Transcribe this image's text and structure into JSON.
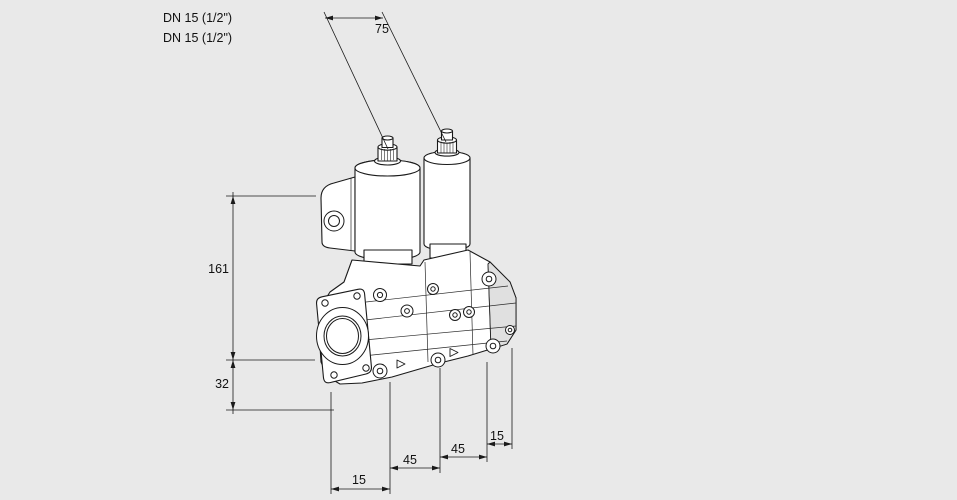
{
  "labels": {
    "dn_line1": "DN 15 (1/2\")",
    "dn_line2": "DN 15 (1/2\")"
  },
  "dimensions": {
    "top_width": "75",
    "height_upper": "161",
    "height_lower": "32",
    "bottom": [
      "15",
      "45",
      "45",
      "15"
    ]
  },
  "colors": {
    "background": "#e9e9e9",
    "line": "#1a1a1a",
    "fill": "#ffffff",
    "shade": "#e0e0e0"
  }
}
